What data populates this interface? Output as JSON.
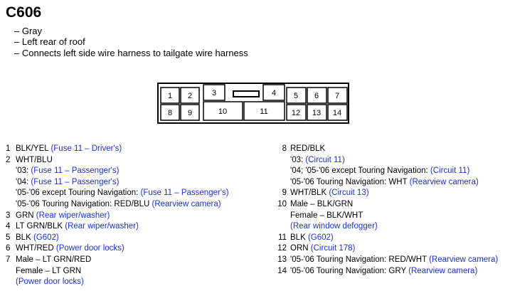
{
  "title": "C606",
  "descriptions": [
    "– Gray",
    "– Left rear of roof",
    "– Connects left side wire harness to tailgate wire harness"
  ],
  "connector": {
    "pins": [
      "1",
      "2",
      "3",
      "4",
      "5",
      "6",
      "7",
      "8",
      "9",
      "10",
      "11",
      "12",
      "13",
      "14"
    ]
  },
  "colors": {
    "text": "#000000",
    "link": "#1a2fd6",
    "background": "#ffffff"
  },
  "left_pins": [
    {
      "num": "1",
      "lines": [
        [
          {
            "t": "BLK/YEL "
          },
          {
            "t": "(Fuse 11 – Driver's)",
            "link": true
          }
        ]
      ]
    },
    {
      "num": "2",
      "lines": [
        [
          {
            "t": "WHT/BLU"
          }
        ],
        [
          {
            "t": "'03: "
          },
          {
            "t": "(Fuse 11 – Passenger's)",
            "link": true
          }
        ],
        [
          {
            "t": "'04: "
          },
          {
            "t": "(Fuse 11 – Passenger's)",
            "link": true
          }
        ],
        [
          {
            "t": "'05-'06 except Touring Navigation: "
          },
          {
            "t": "(Fuse 11 – Passenger's)",
            "link": true
          }
        ],
        [
          {
            "t": "'05-'06 Touring Navigation: RED/BLU "
          },
          {
            "t": "(Rearview camera)",
            "link": true
          }
        ]
      ]
    },
    {
      "num": "3",
      "lines": [
        [
          {
            "t": "GRN "
          },
          {
            "t": "(Rear wiper/washer)",
            "link": true
          }
        ]
      ]
    },
    {
      "num": "4",
      "lines": [
        [
          {
            "t": "LT GRN/BLK "
          },
          {
            "t": "(Rear wiper/washer)",
            "link": true
          }
        ]
      ]
    },
    {
      "num": "5",
      "lines": [
        [
          {
            "t": "BLK "
          },
          {
            "t": "(G602)",
            "link": true
          }
        ]
      ]
    },
    {
      "num": "6",
      "lines": [
        [
          {
            "t": "WHT/RED "
          },
          {
            "t": "(Power door locks)",
            "link": true
          }
        ]
      ]
    },
    {
      "num": "7",
      "lines": [
        [
          {
            "t": "Male – LT GRN/RED"
          }
        ],
        [
          {
            "t": "Female – LT GRN"
          }
        ],
        [
          {
            "t": "(Power door locks)",
            "link": true
          }
        ]
      ]
    }
  ],
  "right_pins": [
    {
      "num": "8",
      "lines": [
        [
          {
            "t": "RED/BLK"
          }
        ],
        [
          {
            "t": "'03: "
          },
          {
            "t": "(Circuit 11)",
            "link": true
          }
        ],
        [
          {
            "t": "'04; '05-'06 except Touring Navigation: "
          },
          {
            "t": "(Circuit 11)",
            "link": true
          }
        ],
        [
          {
            "t": "'05-'06 Touring Navigation: WHT "
          },
          {
            "t": "(Rearview camera)",
            "link": true
          }
        ]
      ]
    },
    {
      "num": "9",
      "lines": [
        [
          {
            "t": "WHT/BLK "
          },
          {
            "t": "(Circuit 13)",
            "link": true
          }
        ]
      ]
    },
    {
      "num": "10",
      "lines": [
        [
          {
            "t": "Male – BLK/GRN"
          }
        ],
        [
          {
            "t": "Female – BLK/WHT"
          }
        ],
        [
          {
            "t": "(Rear window defogger)",
            "link": true
          }
        ]
      ]
    },
    {
      "num": "11",
      "lines": [
        [
          {
            "t": "BLK "
          },
          {
            "t": "(G602)",
            "link": true
          }
        ]
      ]
    },
    {
      "num": "12",
      "lines": [
        [
          {
            "t": "ORN "
          },
          {
            "t": "(Circuit 178)",
            "link": true
          }
        ]
      ]
    },
    {
      "num": "13",
      "lines": [
        [
          {
            "t": "'05-'06 Touring Navigation: RED/WHT "
          },
          {
            "t": "(Rearview camera)",
            "link": true
          }
        ]
      ]
    },
    {
      "num": "14",
      "lines": [
        [
          {
            "t": "'05-'06 Touring Navigation: GRY "
          },
          {
            "t": "(Rearview camera)",
            "link": true
          }
        ]
      ]
    }
  ]
}
